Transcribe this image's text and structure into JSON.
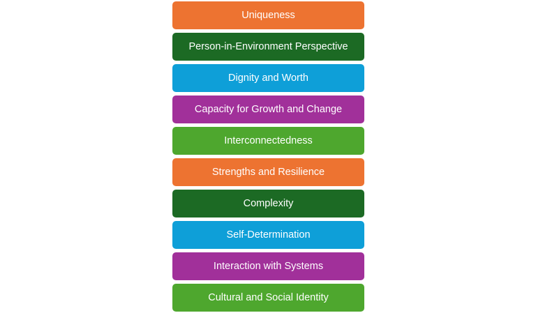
{
  "colors": {
    "orange": "#ED7331",
    "dark_green": "#1C6A24",
    "blue": "#0E9FD8",
    "purple": "#A1309A",
    "green": "#4EA72E"
  },
  "blocks": [
    {
      "label": "Uniqueness",
      "color": "#ED7331"
    },
    {
      "label": "Person-in-Environment Perspective",
      "color": "#1C6A24"
    },
    {
      "label": "Dignity and Worth",
      "color": "#0E9FD8"
    },
    {
      "label": "Capacity for Growth and Change",
      "color": "#A1309A"
    },
    {
      "label": "Interconnectedness",
      "color": "#4EA72E"
    },
    {
      "label": "Strengths and Resilience",
      "color": "#ED7331"
    },
    {
      "label": "Complexity",
      "color": "#1C6A24"
    },
    {
      "label": "Self-Determination",
      "color": "#0E9FD8"
    },
    {
      "label": "Interaction with Systems",
      "color": "#A1309A"
    },
    {
      "label": "Cultural and Social Identity",
      "color": "#4EA72E"
    }
  ]
}
